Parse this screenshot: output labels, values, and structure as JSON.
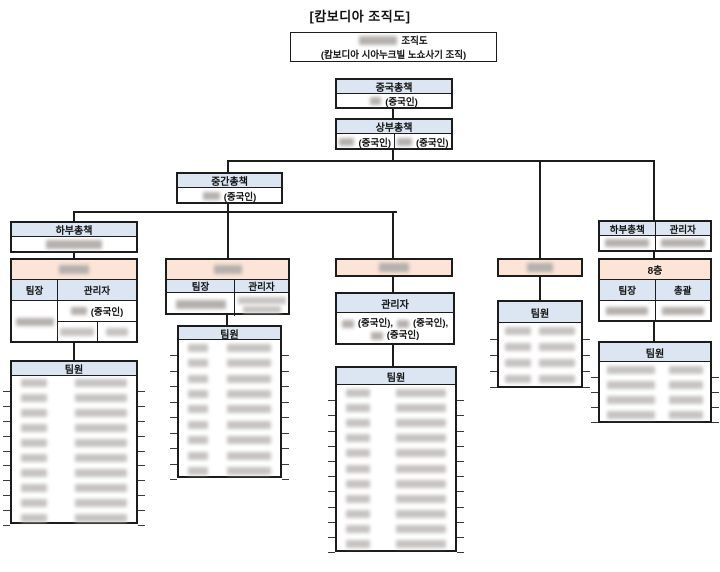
{
  "page": {
    "title": "[캄보디아 조직도]"
  },
  "title_box": {
    "line1_suffix": "조직도",
    "line2": "(캄보디아 시아누크빌 노쇼사기 조직)"
  },
  "org": {
    "china_chief": {
      "title": "중국총책",
      "member_suffix": "(중국인)"
    },
    "upper_chief": {
      "title": "상부총책",
      "member_left_suffix": "(중국인)",
      "member_right_suffix": "(중국인)"
    },
    "middle_chief": {
      "title": "중간총책",
      "member_suffix": "(중국인)"
    },
    "team1": {
      "sub_chief_title": "하부총책",
      "team_leader_label": "팀장",
      "manager_label": "관리자",
      "manager_suffix": "(중국인)",
      "members_label": "팀원",
      "member_rows": 10
    },
    "team2": {
      "team_leader_label": "팀장",
      "manager_label": "관리자",
      "members_label": "팀원",
      "member_rows": 9
    },
    "team3": {
      "manager_label": "관리자",
      "manager_suffix_1": "(중국인),",
      "manager_suffix_2": "(중국인),",
      "manager_suffix_3": "(중국인)",
      "members_label": "팀원",
      "member_rows": 11
    },
    "team4": {
      "members_label": "팀원",
      "member_rows": 4
    },
    "team5": {
      "sub_chief_title": "하부총책",
      "manager_label": "관리자",
      "floor_label": "8층",
      "team_leader_label": "팀장",
      "overall_label": "총괄",
      "members_label": "팀원",
      "member_rows": 4
    }
  },
  "colors": {
    "header_blue": "#dce6f2",
    "salmon": "#fce4d6",
    "line": "#1c1c1c"
  }
}
